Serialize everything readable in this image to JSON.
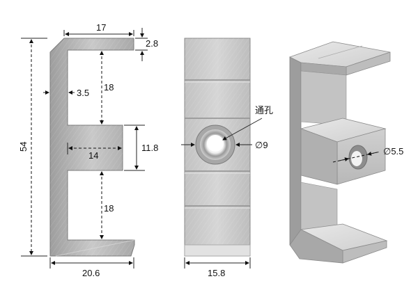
{
  "side_view": {
    "dims": {
      "top_width": "17",
      "lip_thickness": "2.8",
      "wall_thickness": "3.5",
      "upper_gap": "18",
      "overall_height": "54",
      "tab_length": "14",
      "tab_height": "11.8",
      "lower_gap": "18",
      "bottom_width": "20.6"
    }
  },
  "front_view": {
    "hole_label": "通孔",
    "hole_diameter": "∅9",
    "width": "15.8"
  },
  "iso_view": {
    "hole_diameter": "∅5.5"
  },
  "colors": {
    "metal_light": "#cfcfcf",
    "metal_mid": "#b3b3b3",
    "metal_dark": "#8c8c8c",
    "line": "#222222"
  }
}
